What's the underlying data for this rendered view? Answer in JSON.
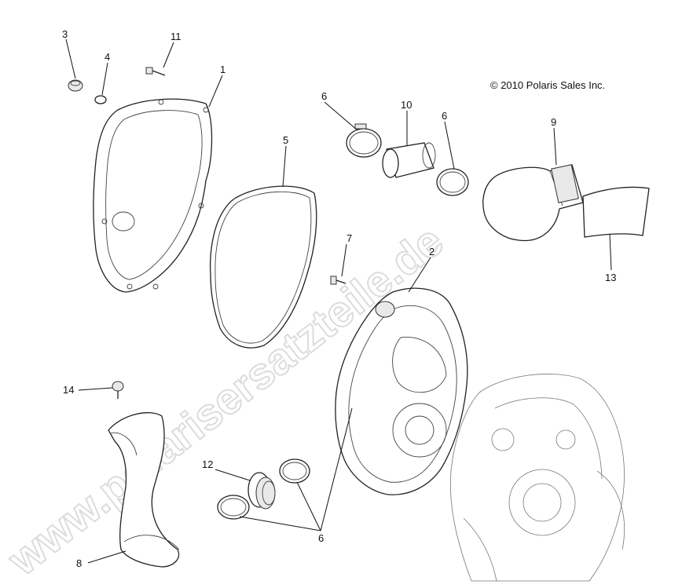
{
  "diagram": {
    "copyright": "© 2010 Polaris Sales Inc.",
    "watermark": "www.polarisersatzteile.de",
    "callouts": {
      "c1": "1",
      "c2": "2",
      "c3": "3",
      "c4": "4",
      "c5": "5",
      "c6a": "6",
      "c6b": "6",
      "c6c": "6",
      "c7": "7",
      "c8": "8",
      "c9": "9",
      "c10": "10",
      "c11": "11",
      "c12": "12",
      "c13": "13",
      "c14": "14"
    }
  }
}
